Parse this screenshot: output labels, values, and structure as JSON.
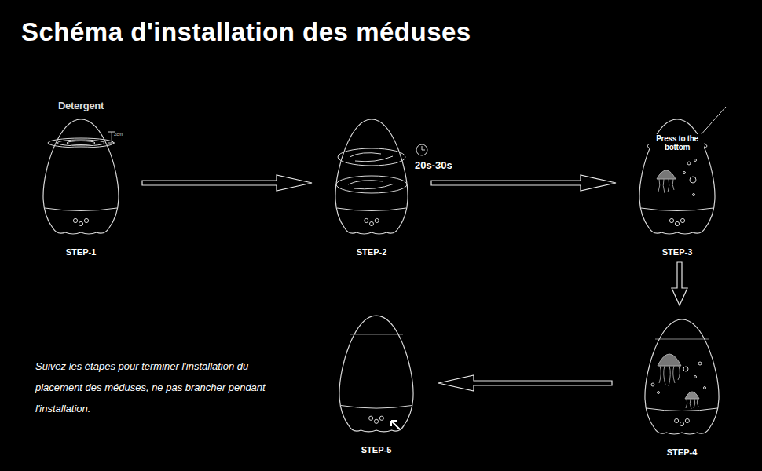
{
  "diagram": {
    "title": "Schéma d'installation des méduses",
    "nodes": [
      {
        "text": [
          "Detergent",
          "STEP-1"
        ]
      },
      {
        "text": [
          "STEP-2"
        ]
      },
      {
        "text": [
          "Press to the bottom",
          "STEP-3"
        ]
      },
      {
        "text": [
          "STEP-4"
        ]
      },
      {
        "text": [
          "STEP-5"
        ]
      }
    ],
    "edges": [
      {
        "from": 0,
        "to": 1,
        "arrow": "to"
      },
      {
        "from": 1,
        "to": 2,
        "arrow": "to"
      },
      {
        "from": 2,
        "to": 3,
        "arrow": "to"
      },
      {
        "from": 3,
        "to": 4,
        "arrow": "to"
      }
    ],
    "labels": [
      "2cm",
      "20s-30s",
      "Suivez les étapes pour terminer l'installation du placement des méduses, ne pas brancher pendant l'installation."
    ]
  }
}
